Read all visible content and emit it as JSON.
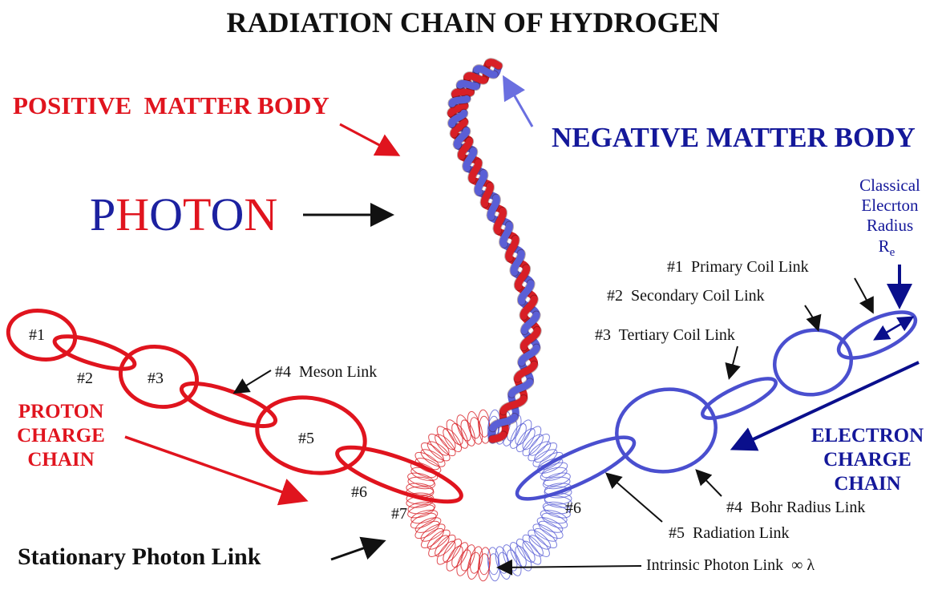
{
  "title": "RADIATION CHAIN OF HYDROGEN",
  "labels": {
    "positive_matter_body": "POSITIVE  MATTER BODY",
    "negative_matter_body": "NEGATIVE MATTER BODY",
    "photon_letters": [
      "P",
      "H",
      "O",
      "T",
      "O",
      "N"
    ],
    "classical_electron_radius": [
      "Classical",
      "Elecrton",
      "Radius"
    ],
    "re_symbol": "R",
    "re_subscript": "e",
    "primary_coil_link": "#1  Primary Coil Link",
    "secondary_coil_link": "#2  Secondary Coil Link",
    "tertiary_coil_link": "#3  Tertiary Coil Link",
    "meson_link": "#4  Meson Link",
    "proton_charge_chain": [
      "PROTON",
      "CHARGE",
      "CHAIN"
    ],
    "electron_charge_chain": [
      "ELECTRON",
      "CHARGE",
      "CHAIN"
    ],
    "bohr_radius_link": "#4  Bohr Radius Link",
    "radiation_link": "#5  Radiation Link",
    "stationary_photon_link": "Stationary Photon Link",
    "intrinsic_photon_link": "Intrinsic Photon Link  ∞ λ"
  },
  "proton_links": [
    "#1",
    "#2",
    "#3",
    "#5",
    "#6",
    "#7"
  ],
  "electron_links": [
    "#6"
  ],
  "colors": {
    "red": "#e0141e",
    "blue": "#4a4fcf",
    "navy": "#0a0f8c",
    "black": "#111111",
    "photon_red": "#d81f26",
    "photon_blue": "#5a5fd6"
  }
}
